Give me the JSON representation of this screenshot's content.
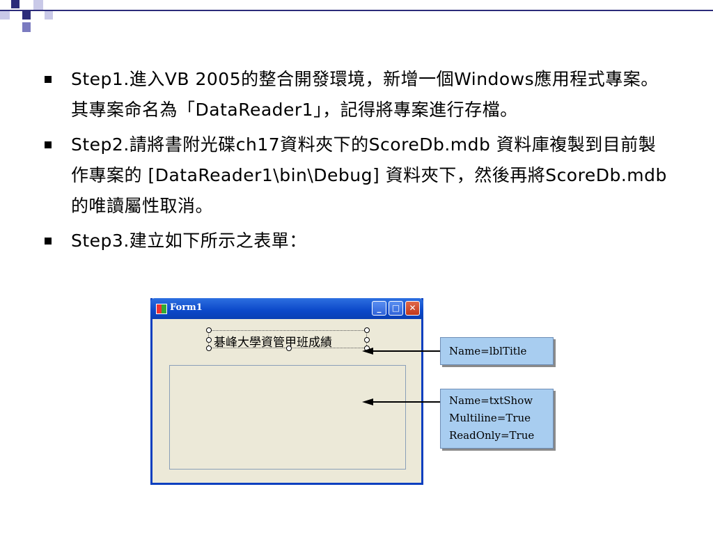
{
  "slide": {
    "bullets": [
      "Step1.進入VB 2005的整合開發環境，新增一個Windows應用程式專案。其專案命名為「DataReader1」，記得將專案進行存檔。",
      "Step2.請將書附光碟ch17資料夾下的ScoreDb.mdb 資料庫複製到目前製作專案的 [DataReader1\\bin\\Debug] 資料夾下，然後再將ScoreDb.mdb的唯讀屬性取消。",
      "Step3.建立如下所示之表單："
    ]
  },
  "window": {
    "title": "Form1",
    "label_text": "碁峰大學資管甲班成績",
    "minimize": "_",
    "maximize": "□",
    "close": "✕"
  },
  "callouts": {
    "lbl": [
      "Name=lblTitle"
    ],
    "txt": [
      "Name=txtShow",
      "Multiline=True",
      "ReadOnly=True"
    ]
  },
  "colors": {
    "titlebar": "#0b48c9",
    "callout": "#a8cdf0",
    "deco_dark": "#2c2c7a",
    "deco_mid": "#7b7bc0"
  }
}
